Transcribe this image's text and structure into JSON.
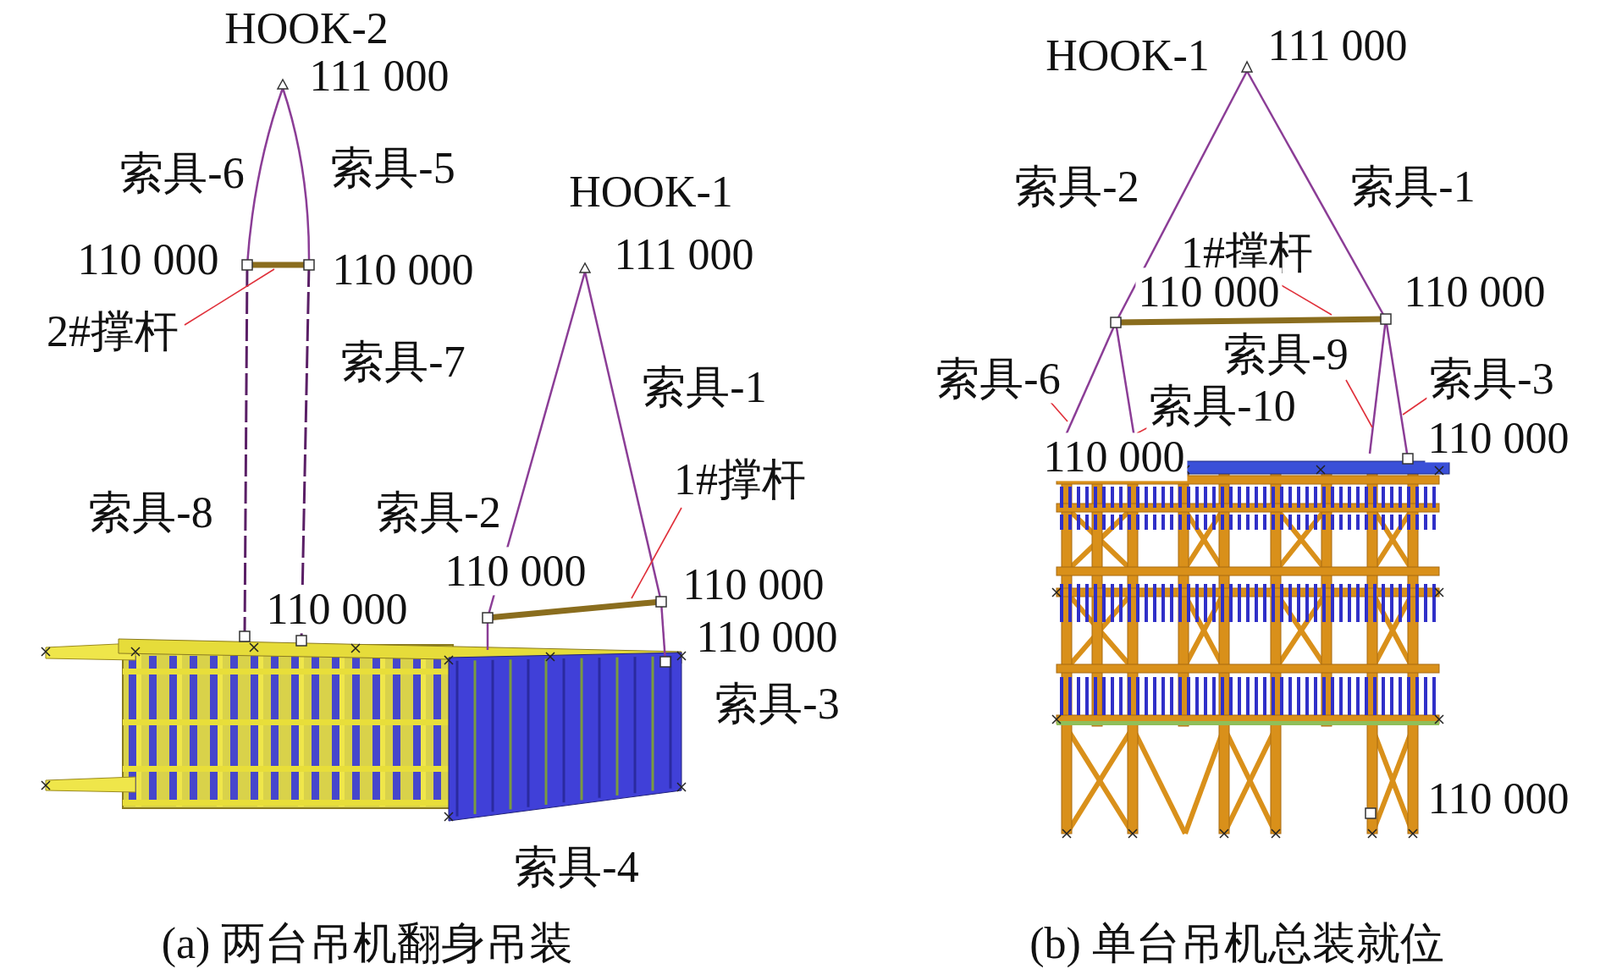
{
  "diagram": {
    "labels": [
      "HOOK-2",
      "111 000",
      "索具-6",
      "索具-5",
      "110 000",
      "110 000",
      "2#撑杆",
      "索具-7",
      "HOOK-1",
      "111 000",
      "索具-1",
      "1#撑杆",
      "索具-8",
      "索具-2",
      "110 000",
      "110 000",
      "110 000",
      "110 000",
      "索具-3",
      "索具-4",
      "(a) 两台吊机翻身吊装",
      "HOOK-1",
      "111 000",
      "索具-2",
      "索具-1",
      "1#撑杆",
      "110 000",
      "110 000",
      "索具-9",
      "索具-6",
      "索具-3",
      "索具-10",
      "110 000",
      "110 000",
      "110 000",
      "(b) 单台吊机总装就位"
    ]
  }
}
